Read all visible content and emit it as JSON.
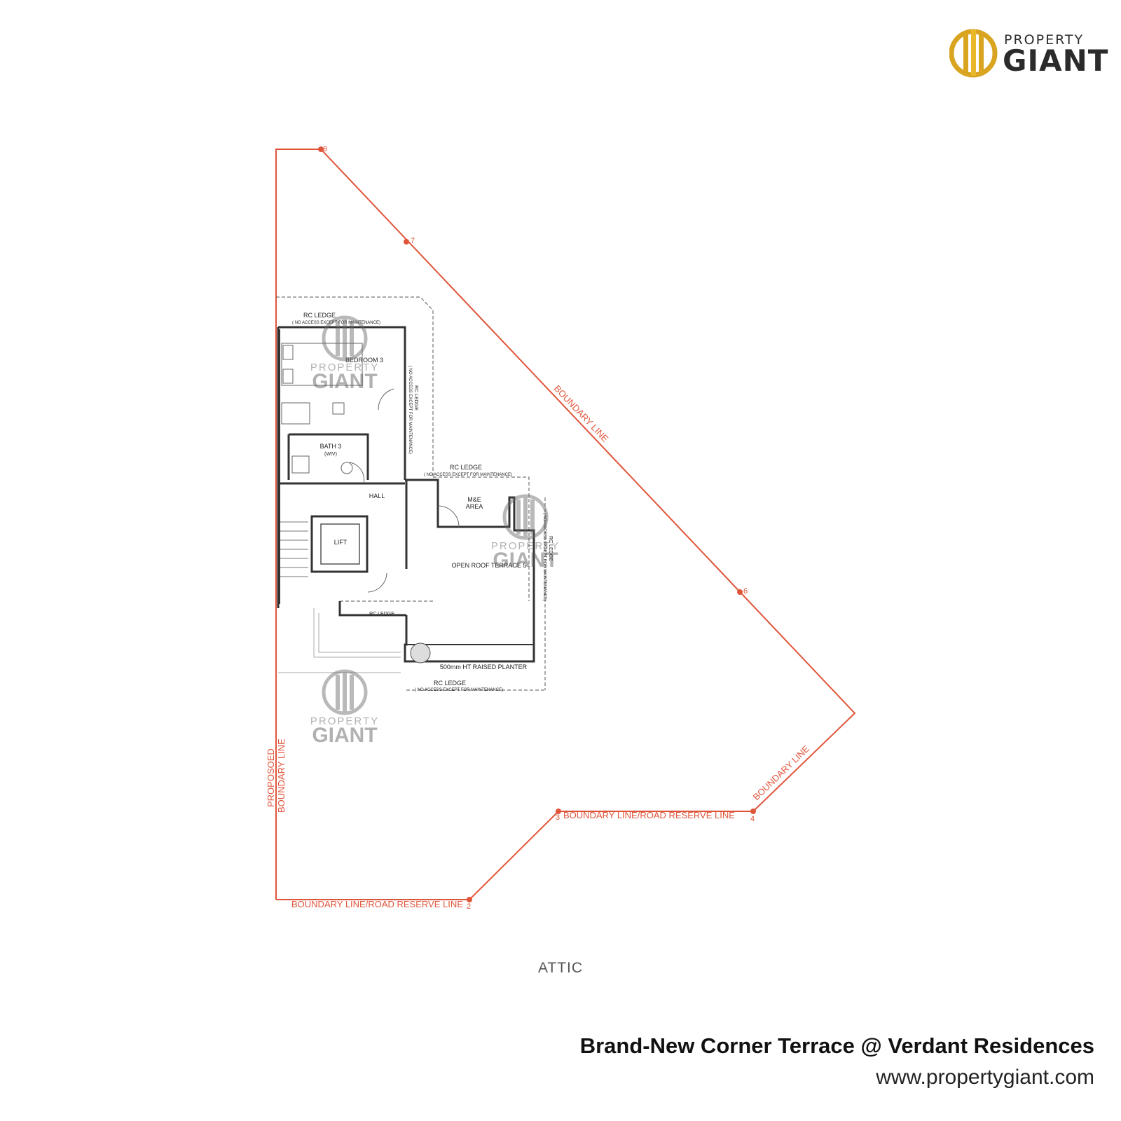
{
  "brand": {
    "logo_top": "PROPERTY",
    "logo_bottom": "GIANT",
    "gold": "#d9a520",
    "dark": "#2b2b2b",
    "icon": "pillar-logo-icon"
  },
  "plan": {
    "boundary_color": "#e0553a",
    "wall_color": "#333333",
    "labels": {
      "rc_ledge": "RC LEDGE",
      "no_access": "( NO ACCESS EXCEPT FOR MAINTENANCE)",
      "bedroom": "BEDROOM 3",
      "bath": "BATH 3",
      "bath_sub": "(WIV)",
      "hall": "HALL",
      "lift": "LIFT",
      "me_area_1": "M&E",
      "me_area_2": "AREA",
      "open_roof": "OPEN ROOF TERRACE 5",
      "planter": "500mm HT RAISED PLANTER"
    },
    "boundary_labels": {
      "diagonal": "BOUNDARY LINE",
      "left_1": "PROPOSOED",
      "left_2": "BOUNDARY LINE",
      "bottom": "BOUNDARY LINE/ROAD RESERVE LINE",
      "mid_bottom": "BOUNDARY LINE/ROAD RESERVE LINE",
      "right_short": "BOUNDARY LINE"
    },
    "points": {
      "p2": "2",
      "p3": "3",
      "p4": "4",
      "p6": "6",
      "p7": "7",
      "p8": "8"
    }
  },
  "watermark": {
    "line1": "PROPERTY",
    "line2": "GIANT"
  },
  "caption": "ATTIC",
  "footer": {
    "title": "Brand-New Corner Terrace @ Verdant Residences",
    "url": "www.propertygiant.com"
  }
}
